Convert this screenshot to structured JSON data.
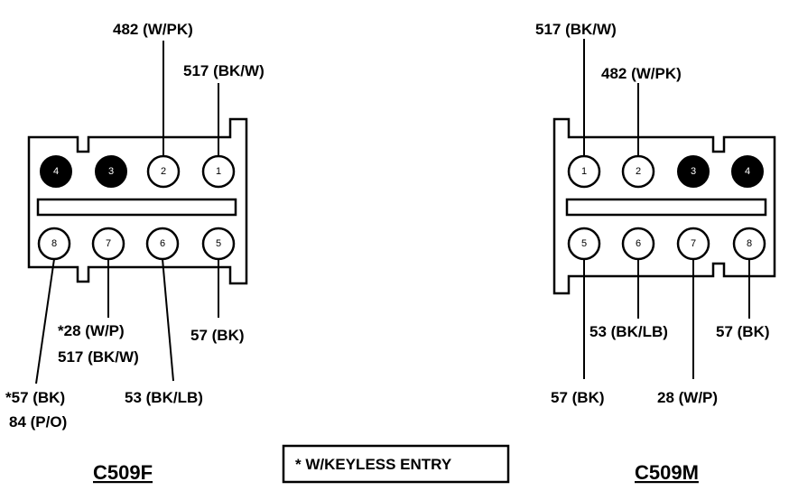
{
  "connectors": [
    {
      "id": "C509F",
      "title": "C509F",
      "pins": [
        {
          "num": "4",
          "filled": true
        },
        {
          "num": "3",
          "filled": true
        },
        {
          "num": "2",
          "filled": false
        },
        {
          "num": "1",
          "filled": false
        },
        {
          "num": "8",
          "filled": false
        },
        {
          "num": "7",
          "filled": false
        },
        {
          "num": "6",
          "filled": false
        },
        {
          "num": "5",
          "filled": false
        }
      ],
      "wires": {
        "pin2": "482 (W/PK)",
        "pin1": "517 (BK/W)",
        "pin7_a": "*28 (W/P)",
        "pin7_b": "517 (BK/W)",
        "pin5": "57 (BK)",
        "pin8_a": "*57 (BK)",
        "pin8_b": "84 (P/O)",
        "pin6": "53 (BK/LB)"
      }
    },
    {
      "id": "C509M",
      "title": "C509M",
      "pins": [
        {
          "num": "1",
          "filled": false
        },
        {
          "num": "2",
          "filled": false
        },
        {
          "num": "3",
          "filled": true
        },
        {
          "num": "4",
          "filled": true
        },
        {
          "num": "5",
          "filled": false
        },
        {
          "num": "6",
          "filled": false
        },
        {
          "num": "7",
          "filled": false
        },
        {
          "num": "8",
          "filled": false
        }
      ],
      "wires": {
        "pin1": "517 (BK/W)",
        "pin2": "482 (W/PK)",
        "pin6": "53 (BK/LB)",
        "pin8": "57 (BK)",
        "pin5": "57 (BK)",
        "pin7": "28 (W/P)"
      }
    }
  ],
  "legend": "* W/KEYLESS ENTRY"
}
